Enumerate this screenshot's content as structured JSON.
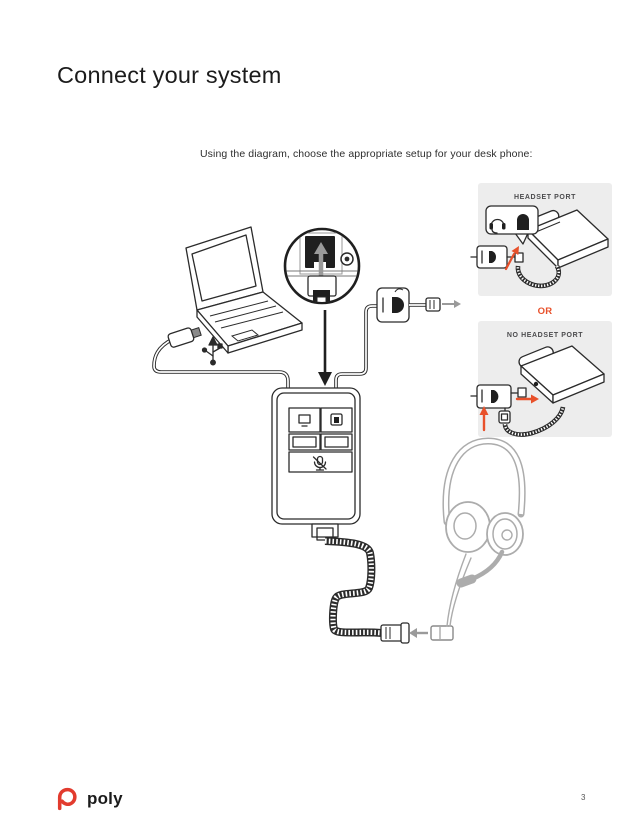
{
  "page": {
    "title": "Connect your system",
    "intro": "Using the diagram, choose the appropriate setup for your desk phone:",
    "page_number": "3"
  },
  "diagram": {
    "headset_port_panel": {
      "label": "HEADSET PORT"
    },
    "or_label": "OR",
    "no_headset_port_panel": {
      "label": "NO HEADSET PORT"
    },
    "icons": {
      "usb-icon": "USB trident symbol",
      "magnifier-icon": "circular zoom detail of desk-phone headset jack and plug",
      "computer-icon": "computer button glyph on switcher box",
      "desk-phone-icon": "desk phone button glyph on switcher box",
      "mute-icon": "microphone mute button glyph on switcher box",
      "headset-icon": "headset glyph inside callout bubble",
      "headset-jack-icon": "headset jack glyph inside callout bubble",
      "down-arrow-icon": "black arrow pointing down into switcher",
      "up-arrow-icon": "gray arrow pointing up into jack",
      "left-arrow-icon": "gray arrow joining quick-disconnect connectors",
      "right-arrow-icon": "gray arrow from adapter plug toward desk phone"
    }
  },
  "footer": {
    "logo_text": "poly"
  },
  "colors": {
    "accent_orange": "#E8502A",
    "logo_red": "#E23B2E",
    "line_art": "#2B2B2B",
    "panel_gray": "#EDEDED",
    "label_gray": "#4C4C4E",
    "headset_gray": "#ACACAC",
    "connector_gray": "#9A9A9A"
  }
}
